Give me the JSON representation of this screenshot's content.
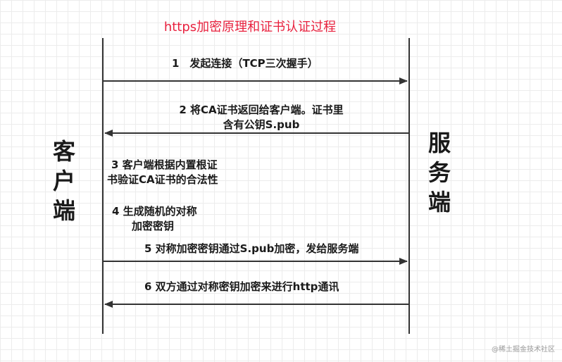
{
  "title": "https加密原理和证书认证过程",
  "client_label": [
    "客",
    "户",
    "端"
  ],
  "server_label": [
    "服",
    "务",
    "端"
  ],
  "steps": {
    "s1": "1　发起连接（TCP三次握手）",
    "s2_line1": "2 将CA证书返回给客户端。证书里",
    "s2_line2": "含有公钥S.pub",
    "s3_line1": "3 客户端根据内置根证",
    "s3_line2": "书验证CA证书的合法性",
    "s4_line1": "4 生成随机的对称",
    "s4_line2": "加密密钥",
    "s5": "5 对称加密密钥通过S.pub加密，发给服务端",
    "s6": "6 双方通过对称密钥加密来进行http通讯"
  },
  "watermark": "@稀土掘金技术社区",
  "colors": {
    "title": "#e8213e",
    "line": "#333333"
  }
}
